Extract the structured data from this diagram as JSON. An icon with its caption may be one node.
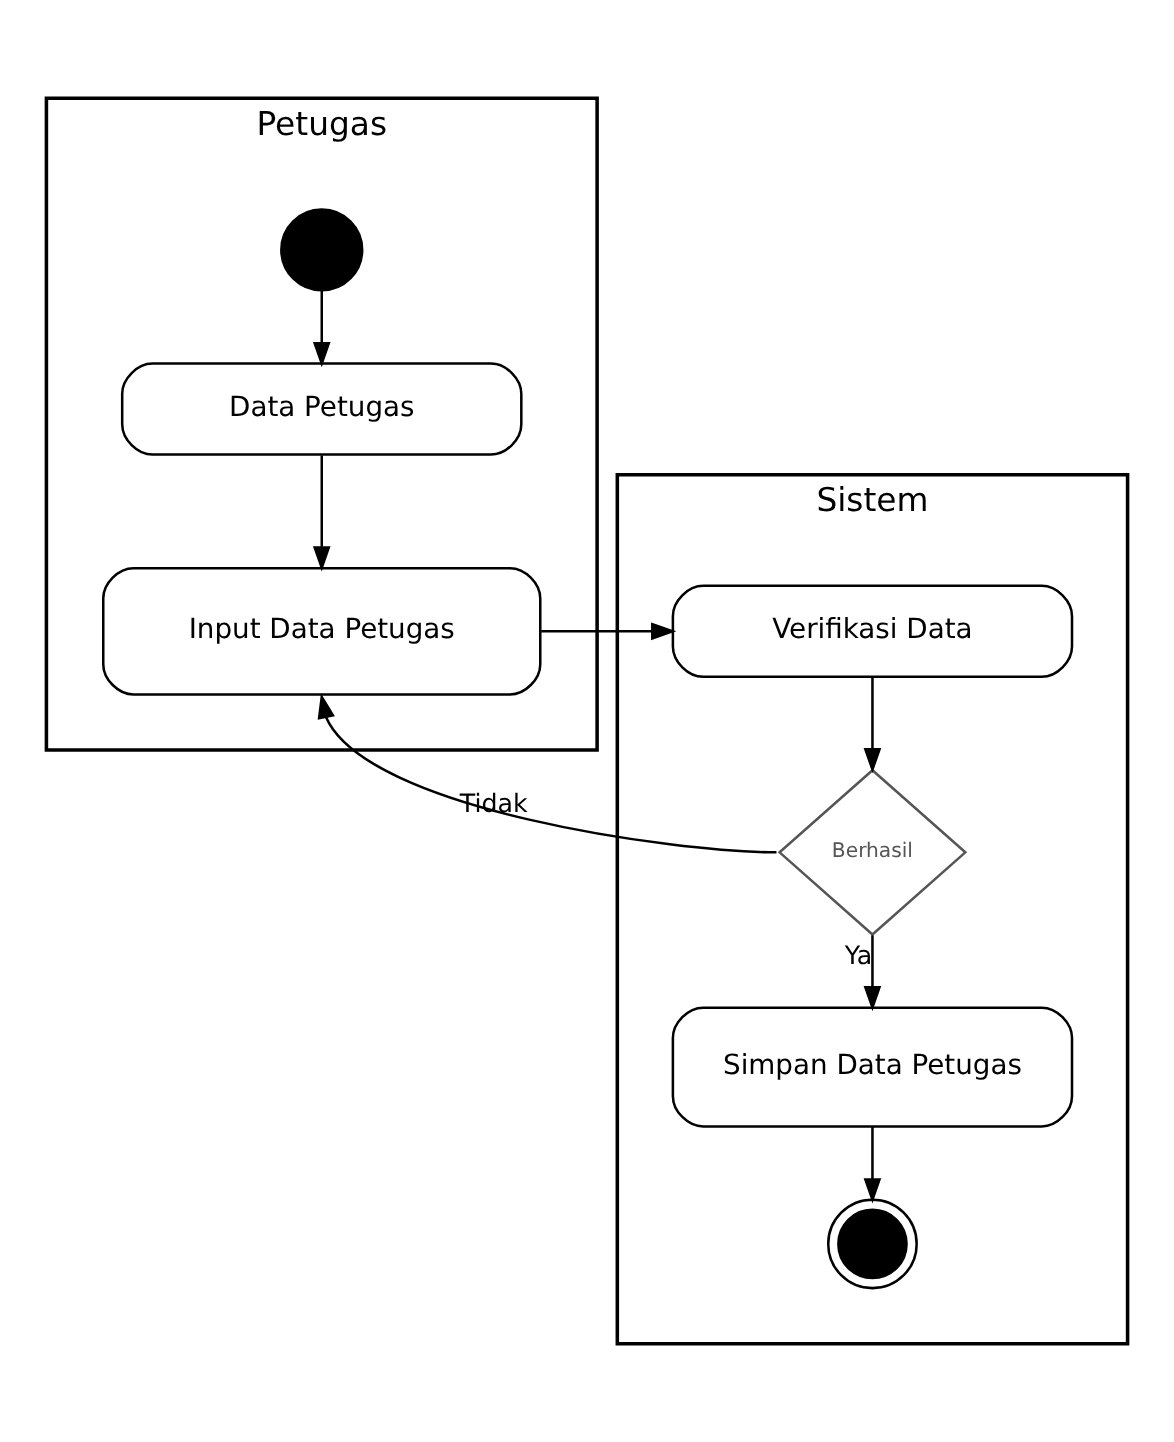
{
  "diagram": {
    "nodes": [
      {
        "text": [
          "Petugas"
        ]
      },
      {
        "text": [],
        "shape": "circle",
        "in": 0
      },
      {
        "text": [
          "Data Petugas"
        ],
        "in": 0
      },
      {
        "text": [
          "Input Data Petugas"
        ],
        "in": 0
      },
      {
        "text": [
          "Sistem"
        ]
      },
      {
        "text": [
          "Verifikasi Data"
        ],
        "in": 4
      },
      {
        "text": [
          "Berhasil"
        ],
        "in": 4
      },
      {
        "text": [
          "Simpan Data Petugas"
        ],
        "in": 4
      },
      {
        "text": [],
        "shape": "circle",
        "in": 4
      }
    ],
    "edges": [
      {
        "from": 1,
        "to": 2,
        "arrow": "to"
      },
      {
        "from": 2,
        "to": 3,
        "arrow": "to"
      },
      {
        "from": 3,
        "to": 5,
        "arrow": "to"
      },
      {
        "from": 5,
        "to": 6,
        "arrow": "to"
      },
      {
        "from": 6,
        "to": 3,
        "arrow": "to",
        "label": "Tidak"
      },
      {
        "from": 6,
        "to": 7,
        "arrow": "to",
        "label": "Ya"
      },
      {
        "from": 7,
        "to": 8,
        "arrow": "to"
      }
    ]
  }
}
